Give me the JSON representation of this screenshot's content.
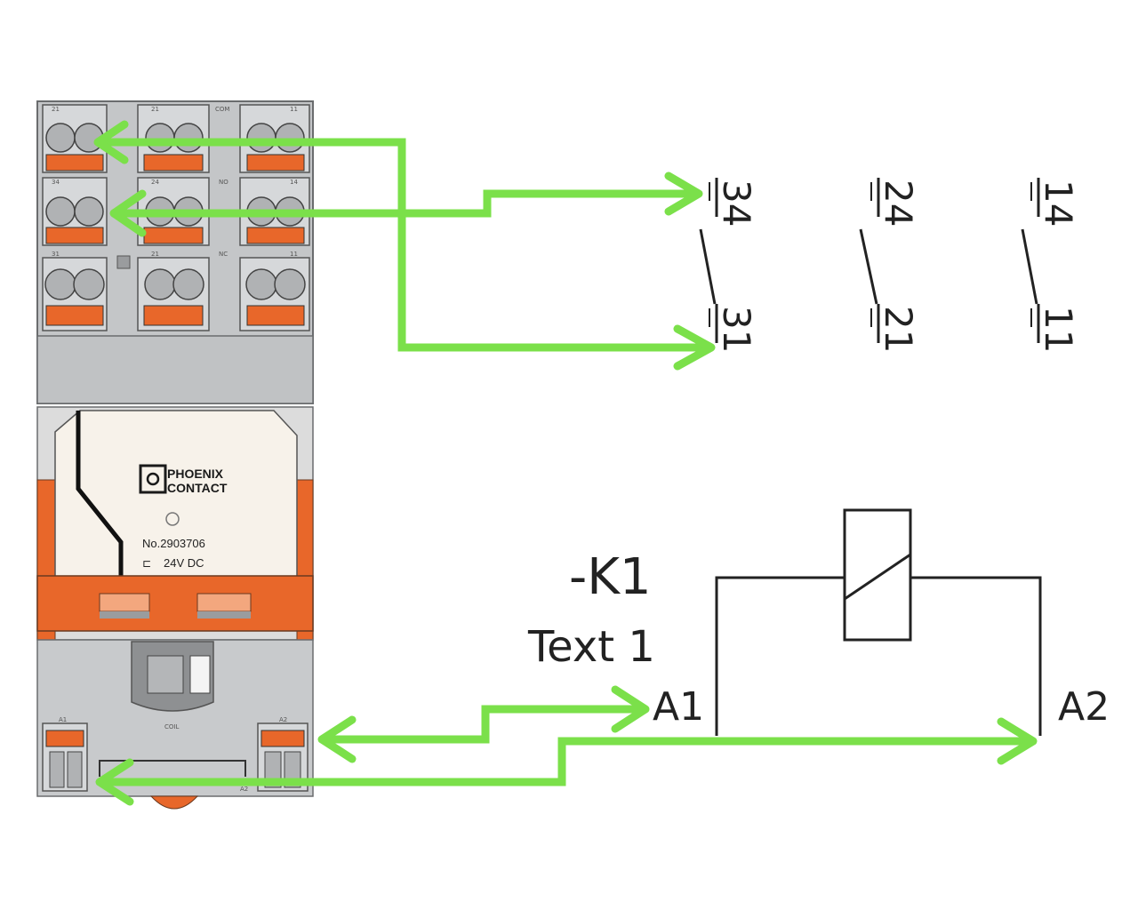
{
  "relay": {
    "brand_line1": "PHOENIX",
    "brand_line2": "CONTACT",
    "part_number": "No.2903706",
    "coil_rating": "24V DC",
    "row1_labels": [
      "21",
      "21",
      "COM",
      "11"
    ],
    "row2_labels": [
      "34",
      "24",
      "NO",
      "14"
    ],
    "row3_labels": [
      "31",
      "21",
      "NC",
      "11"
    ],
    "coil_label": "COIL",
    "bottom_left_label": "A1",
    "bottom_right_label": "A2",
    "base_label": "A2"
  },
  "schematic": {
    "designation": "-K1",
    "text": "Text 1",
    "coil_terminal_left": "A1",
    "coil_terminal_right": "A2",
    "contacts": [
      {
        "top": "34",
        "bottom": "31"
      },
      {
        "top": "24",
        "bottom": "21"
      },
      {
        "top": "14",
        "bottom": "11"
      }
    ]
  },
  "colors": {
    "connection_line": "#7be04a",
    "terminal_orange": "#e8672a",
    "housing_gray": "#c4c6c8"
  }
}
